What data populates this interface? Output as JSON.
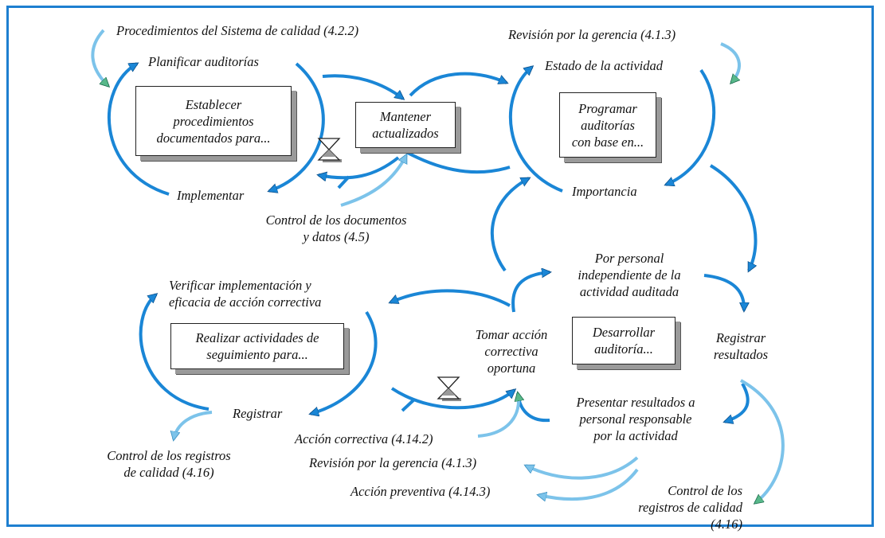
{
  "colors": {
    "frame": "#1e7fd0",
    "arrow_dark": "#1a86d6",
    "arrow_light": "#7cc3ea",
    "arrowhead_green": "#58b88a"
  },
  "labels": {
    "proc_sistema": "Procedimientos del Sistema de calidad (4.2.2)",
    "planificar": "Planificar auditorías",
    "implementar": "Implementar",
    "control_docs_1": "Control de los documentos",
    "control_docs_2": "y datos (4.5)",
    "revision_top": "Revisión por la gerencia (4.1.3)",
    "estado": "Estado de la actividad",
    "importancia": "Importancia",
    "por_personal_1": "Por personal",
    "por_personal_2": "independiente de la",
    "por_personal_3": "actividad auditada",
    "registrar_res_1": "Registrar",
    "registrar_res_2": "resultados",
    "verificar_1": "Verificar implementación y",
    "verificar_2": "eficacia de acción correctiva",
    "tomar_1": "Tomar acción",
    "tomar_2": "correctiva",
    "tomar_3": "oportuna",
    "registrar": "Registrar",
    "control_reg_1": "Control de los registros",
    "control_reg_2": "de calidad (4.16)",
    "accion_correctiva": "Acción correctiva (4.14.2)",
    "revision_bottom": "Revisión por la gerencia (4.1.3)",
    "accion_preventiva": "Acción preventiva (4.14.3)",
    "presentar_1": "Presentar resultados a",
    "presentar_2": "personal responsable",
    "presentar_3": "por la actividad",
    "control_reg_r_1": "Control de los",
    "control_reg_r_2": "registros de calidad",
    "control_reg_r_3": "(4.16)"
  },
  "boxes": {
    "establecer": [
      "Establecer",
      "procedimientos",
      "documentados para..."
    ],
    "mantener": [
      "Mantener",
      "actualizados"
    ],
    "programar": [
      "Programar",
      "auditorías",
      "con base en..."
    ],
    "realizar": [
      "Realizar actividades de",
      "seguimiento para..."
    ],
    "desarrollar": [
      "Desarrollar",
      "auditoría..."
    ]
  },
  "icons": [
    "hourglass-icon",
    "hourglass-icon"
  ]
}
